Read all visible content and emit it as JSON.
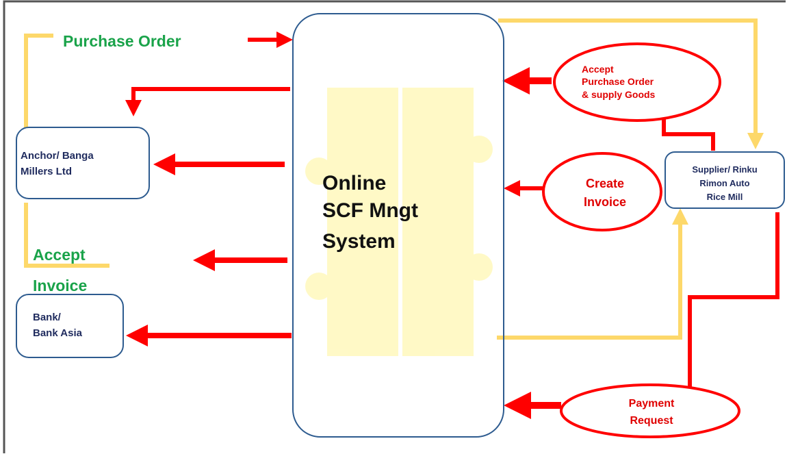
{
  "colors": {
    "red": "#ff0000",
    "yellow": "#fdd86a",
    "green": "#1aa34a",
    "navy": "#1f2b5e",
    "box_border": "#2d5b8f",
    "frame": "#555555",
    "puzzle": "#fff9c4"
  },
  "central": {
    "line1": "Online",
    "line2": "SCF Mngt",
    "line3": "System"
  },
  "labels": {
    "purchase_order": "Purchase Order",
    "accept": "Accept",
    "invoice": "Invoice"
  },
  "nodes": {
    "buyer": {
      "line1": "Anchor/ Banga",
      "line2": "Millers Ltd"
    },
    "bank": {
      "line1": "Bank/",
      "line2": "Bank Asia"
    },
    "supplier": {
      "line1": "Supplier/ Rinku",
      "line2": "Rimon Auto",
      "line3": "Rice Mill"
    }
  },
  "ovals": {
    "accept_po": {
      "line1": "Accept",
      "line2": "Purchase Order",
      "line3": "& supply Goods"
    },
    "create_invoice": {
      "line1": "Create",
      "line2": "Invoice"
    },
    "payment_request": {
      "line1": "Payment",
      "line2": "Request"
    }
  },
  "icons": {
    "background": "puzzle-icon"
  }
}
